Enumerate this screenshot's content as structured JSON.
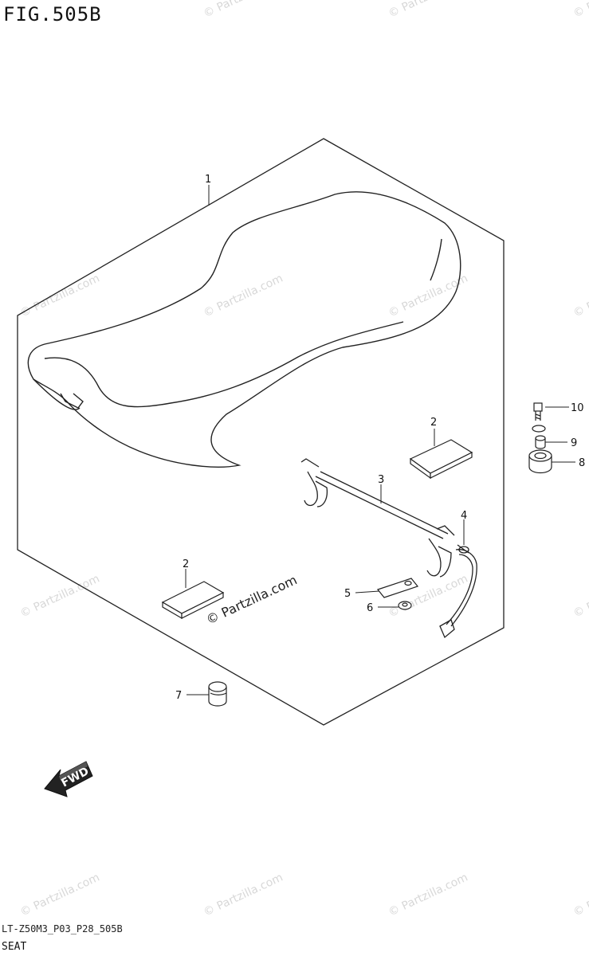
{
  "figure": {
    "title": "FIG.505B"
  },
  "footer": {
    "code": "LT-Z50M3_P03_P28_505B",
    "title": "SEAT"
  },
  "callouts": [
    "1",
    "2",
    "2",
    "3",
    "4",
    "5",
    "6",
    "7",
    "8",
    "9",
    "10"
  ],
  "fwd_label": "FWD",
  "watermark": {
    "text": "© Partzilla.com",
    "main_text": "© Partzilla.com"
  }
}
